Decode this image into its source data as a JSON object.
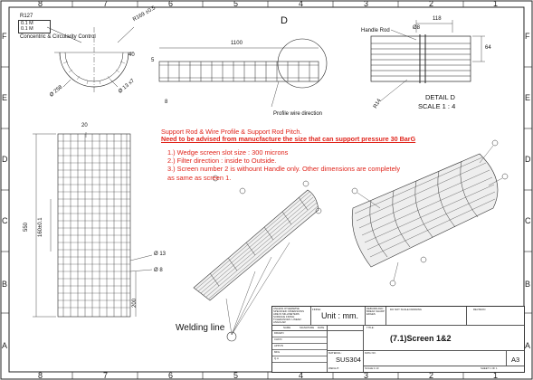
{
  "zones": {
    "top": [
      "8",
      "7",
      "6",
      "5",
      "4",
      "3",
      "2",
      "1"
    ],
    "bottom": [
      "8",
      "7",
      "6",
      "5",
      "4",
      "3",
      "2",
      "1"
    ],
    "left": [
      "F",
      "E",
      "D",
      "C",
      "B",
      "A"
    ],
    "right": [
      "F",
      "E",
      "D",
      "C",
      "B",
      "A"
    ]
  },
  "section_view": {
    "label": "D",
    "radius": "R127",
    "tol1": "0.1 M",
    "tol2": "0.1 M",
    "caption": "Concentric & Circularity Control",
    "r_outer": "R169 ±0.5",
    "dim_40": "40",
    "dia_258": "Ø 258",
    "dia_13": "Ø 13 x7"
  },
  "side_view": {
    "length": "1100",
    "dim_5": "5",
    "dim_8": "8",
    "profile_dir": "Profile wire direction"
  },
  "detail_view": {
    "handle": "Handle Rod",
    "dia_8": "Ø8",
    "dim_118": "118",
    "dim_64": "64",
    "r14": "R14",
    "title": "DETAIL D",
    "scale": "SCALE 1 : 4"
  },
  "red_notes": {
    "line1": "Support Rod & Wire Profile & Support Rod Pitch.",
    "line2": "Need to be advised from manucfacture the size that can support pressure 30 BarG",
    "items": [
      "1.) Wedge screen slot size : 300 microns",
      "2.) Filter direction : inside to Outside.",
      "3.) Screen number 2 is withount Handle only. Other dimensions are completely",
      "as same as screen 1."
    ]
  },
  "front_view": {
    "dim_20": "20",
    "dim_550": "550",
    "dim_160": "160±0.1",
    "dia_13": "Ø 13",
    "dia_8": "Ø 8",
    "dim_200": "200"
  },
  "welding_label": "Welding line",
  "title_block": {
    "notes": "UNLESS OTHERWISE SPECIFIED: DIMENSIONS ARE IN MILLIMETERS SURFACE FINISH: TOLERANCES: LINEAR: ANGULAR:",
    "finish": "FINISH:",
    "unit": "Unit : mm.",
    "deburr": "DEBURR AND BREAK SHARP EDGES",
    "do_not_scale": "DO NOT SCALE DRAWING",
    "revision": "REVISION",
    "name": "NAME",
    "signature": "SIGNATURE",
    "date": "DATE",
    "title_label": "TITLE:",
    "drawn": "DRAWN",
    "chkd": "CHK'D",
    "appvd": "APPV'D",
    "mfg": "MFG",
    "qa": "Q.A",
    "material_label": "MATERIAL:",
    "material": "SUS304",
    "dwg_label": "DWG NO.",
    "title": "(7.1)Screen 1&2",
    "size": "A3",
    "weight": "WEIGHT:",
    "scale": "SCALE:1:10",
    "sheet": "SHEET 1 OF 1"
  }
}
